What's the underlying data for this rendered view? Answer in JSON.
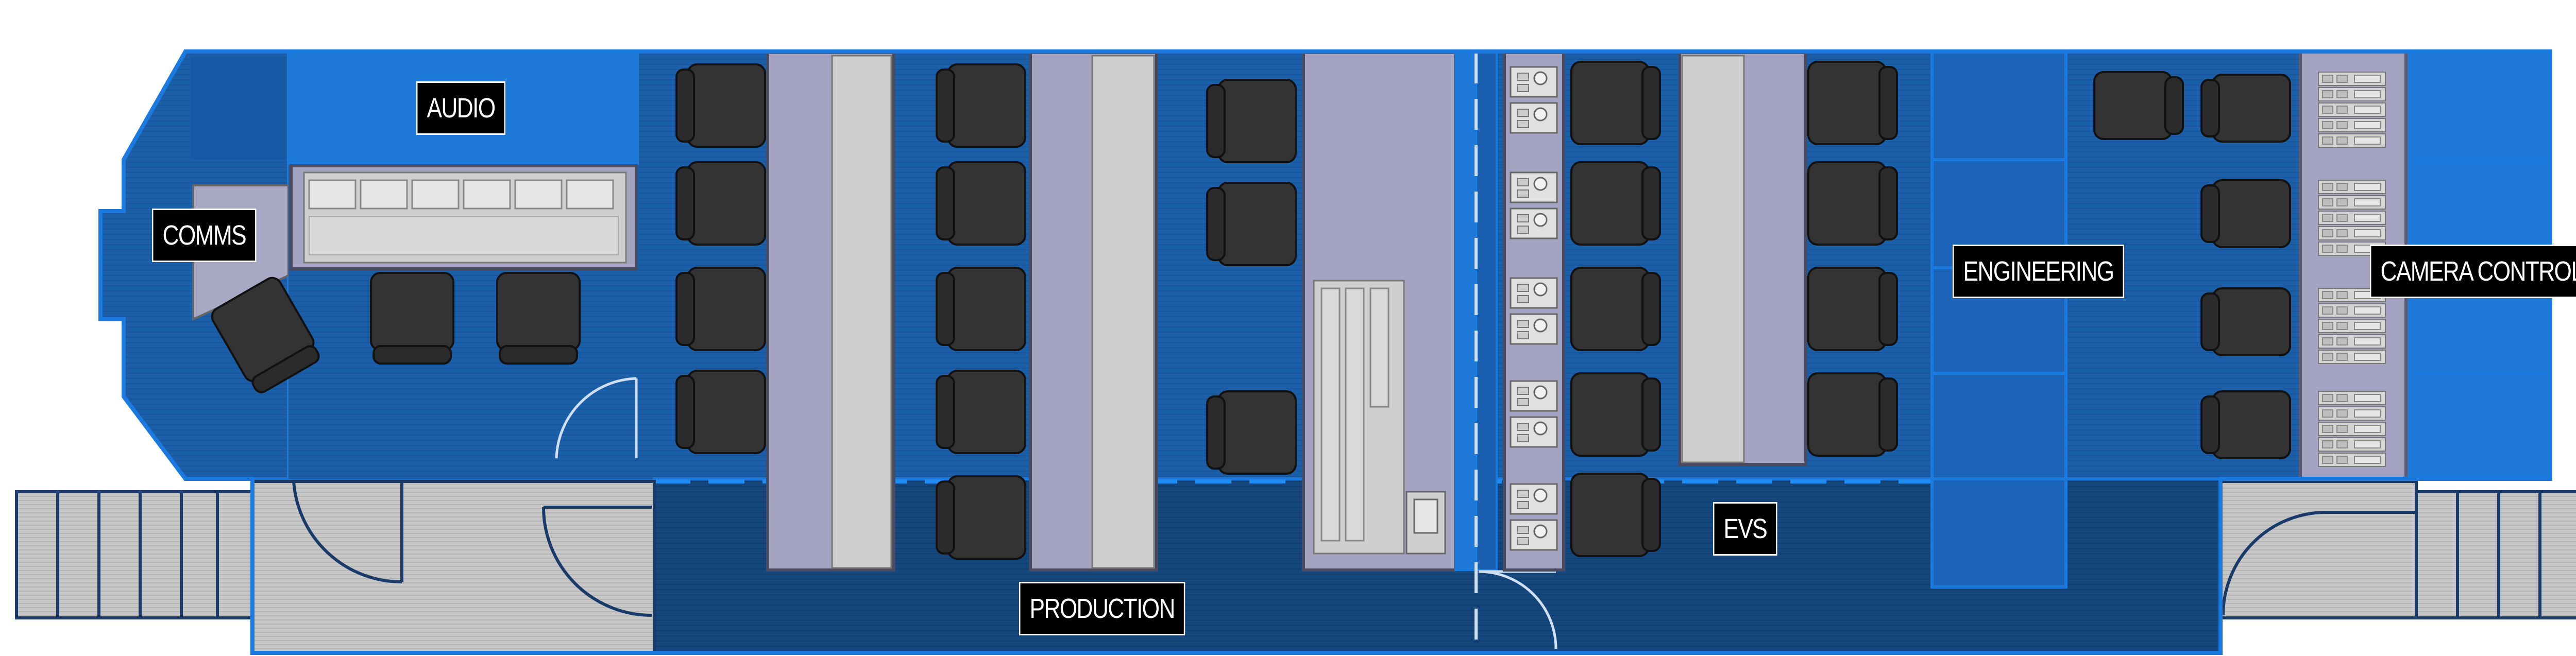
{
  "areas": {
    "audio": "AUDIO",
    "comms": "COMMS",
    "production": "PRODUCTION",
    "evs": "EVS",
    "engineering": "ENGINEERING",
    "camera_control": "CAMERA CONTROL"
  },
  "colors": {
    "hull_outline": "#1a6fd0",
    "room_light": "#1e78d2",
    "room_mid": "#1a5fb0",
    "room_dark": "#164a80",
    "annex_gray": "#c9c9c9",
    "desk_lilac": "#a4a4c2",
    "desk_gray": "#cfcfcf",
    "chair": "#333333",
    "label_bg": "#000000",
    "label_text": "#ffffff"
  }
}
